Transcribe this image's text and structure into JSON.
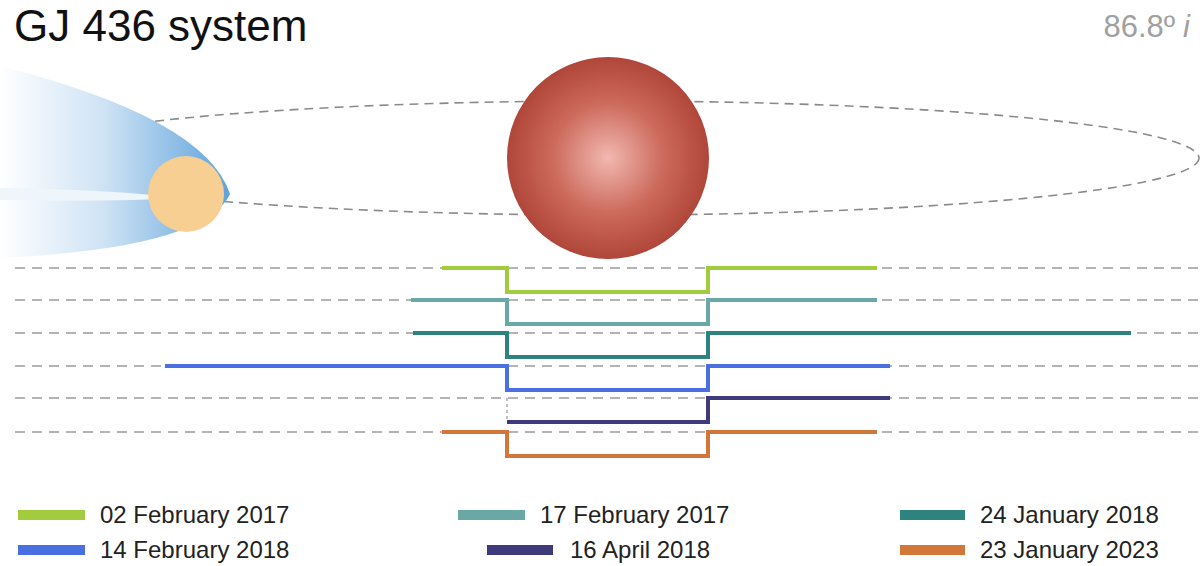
{
  "diagram": {
    "title": "GJ 436 system",
    "labels": [
      "86.8º",
      "i"
    ],
    "legend": [
      {
        "text": "02 February 2017",
        "color": "#a2cc3e"
      },
      {
        "text": "17 February 2017",
        "color": "#6aa8a6"
      },
      {
        "text": "24 January 2018",
        "color": "#2e8380"
      },
      {
        "text": "14 February 2018",
        "color": "#4a6fe0"
      },
      {
        "text": "16 April 2018",
        "color": "#3e3a7c"
      },
      {
        "text": "23 January 2023",
        "color": "#d2763a"
      }
    ]
  }
}
